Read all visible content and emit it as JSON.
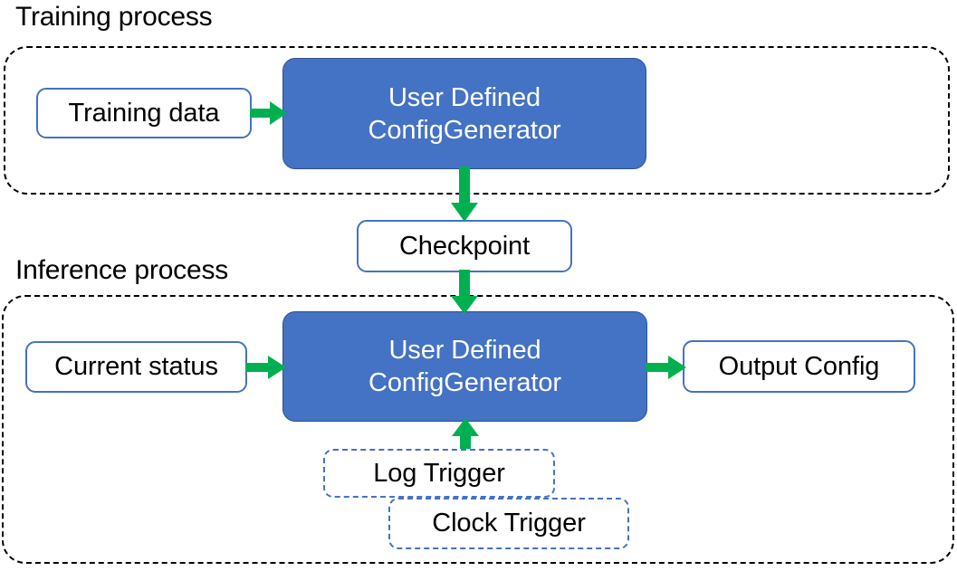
{
  "diagram": {
    "title_training": "Training process",
    "title_inference": "Inference process",
    "colors": {
      "process_fill": "#4472C4",
      "process_stroke": "#2F528F",
      "node_stroke": "#4472C4",
      "arrow": "#00B050",
      "container_stroke": "#000000",
      "text_dark": "#000000",
      "text_light": "#FFFFFF",
      "background": "#FFFFFF"
    }
  },
  "training": {
    "caption": "Training process",
    "nodes": {
      "training_data": "Training data",
      "generator_line1": "User Defined",
      "generator_line2": "ConfigGenerator"
    }
  },
  "bridge": {
    "checkpoint": "Checkpoint"
  },
  "inference": {
    "caption": "Inference process",
    "nodes": {
      "current_status": "Current status",
      "generator_line1": "User Defined",
      "generator_line2": "ConfigGenerator",
      "output_config": "Output Config",
      "log_trigger": "Log Trigger",
      "clock_trigger": "Clock Trigger"
    }
  },
  "arrows": [
    {
      "name": "training-data-to-generator",
      "from": "Training data",
      "to": "User Defined ConfigGenerator",
      "direction": "right"
    },
    {
      "name": "generator-to-checkpoint",
      "from": "User Defined ConfigGenerator",
      "to": "Checkpoint",
      "direction": "down"
    },
    {
      "name": "checkpoint-to-generator",
      "from": "Checkpoint",
      "to": "User Defined ConfigGenerator",
      "direction": "down"
    },
    {
      "name": "status-to-generator",
      "from": "Current status",
      "to": "User Defined ConfigGenerator",
      "direction": "right"
    },
    {
      "name": "generator-to-output",
      "from": "User Defined ConfigGenerator",
      "to": "Output Config",
      "direction": "right"
    },
    {
      "name": "trigger-to-generator",
      "from": "Log Trigger / Clock Trigger",
      "to": "User Defined ConfigGenerator",
      "direction": "up"
    }
  ]
}
